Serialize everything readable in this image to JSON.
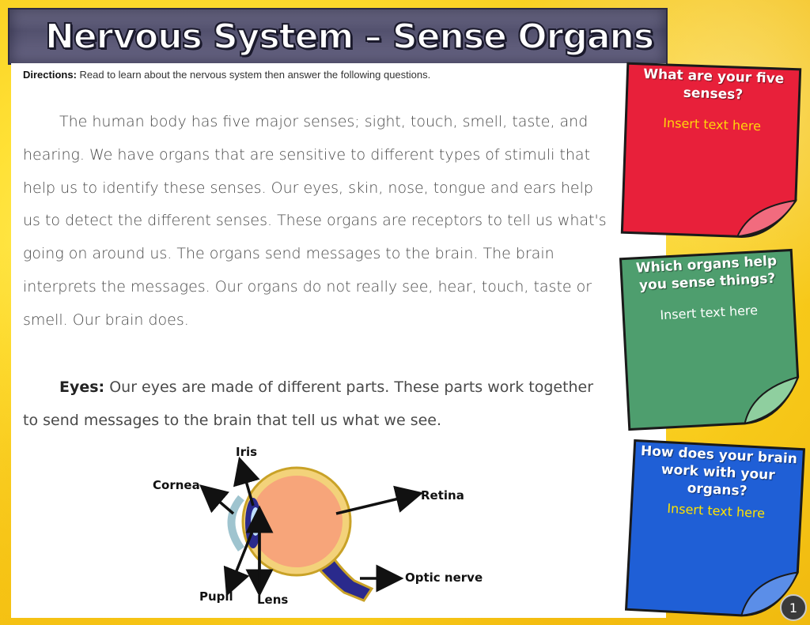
{
  "title": "Nervous System – Sense Organs",
  "directions": {
    "label": "Directions:",
    "text": " Read to learn about the nervous system then answer the following questions."
  },
  "paragraphs": {
    "intro": "The human body has five major senses; sight, touch, smell, taste, and hearing. We have organs that are sensitive to different types of stimuli that help us to identify these senses. Our eyes, skin, nose, tongue and ears help us to detect the different senses. These organs are receptors to tell us what's going on around us. The organs send messages to the brain. The brain interprets the messages. Our organs do not really see, hear, touch, taste or smell. Our brain does.",
    "eyes_label": "Eyes:",
    "eyes_text": " Our eyes are made of different parts. These parts work together to send messages to the brain that tell us what we see."
  },
  "diagram": {
    "labels": {
      "iris": "Iris",
      "cornea": "Cornea",
      "retina": "Retina",
      "pupil": "Pupil",
      "lens": "Lens",
      "optic_nerve": "Optic nerve"
    }
  },
  "notes": [
    {
      "question": "What are your five senses?",
      "answer_placeholder": "Insert text here",
      "color": "#e8203a"
    },
    {
      "question": "Which organs help you sense things?",
      "answer_placeholder": "Insert text here",
      "color": "#4e9e6e"
    },
    {
      "question": "How does your brain work with your organs?",
      "answer_placeholder": "Insert text here",
      "color": "#1f5fd6"
    }
  ],
  "page_number": "1",
  "colors": {
    "background": "#ffe135",
    "banner": "#55536f",
    "text": "#4a4a4a"
  }
}
